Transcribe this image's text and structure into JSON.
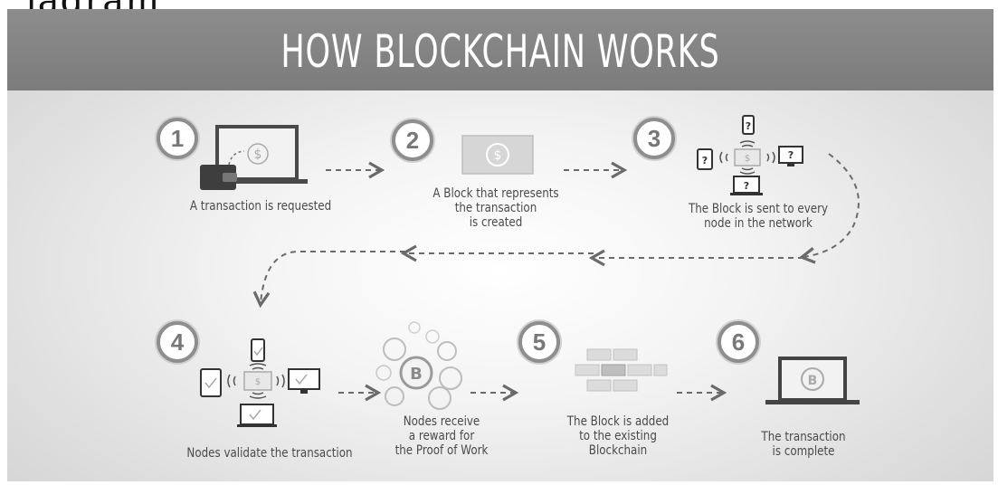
{
  "cut_off_text": "iagram",
  "title": "HOW BLOCKCHAIN WORKS",
  "steps": [
    {
      "number": "1",
      "label": "A transaction is requested"
    },
    {
      "number": "2",
      "label_lines": [
        "A Block that represents",
        "the transaction",
        "is created"
      ]
    },
    {
      "number": "3",
      "label_lines": [
        "The Block is sent to every",
        "node in the network"
      ]
    },
    {
      "number": "4",
      "label": "Nodes validate the transaction"
    },
    {
      "label_lines": [
        "Nodes receive",
        "a reward for",
        "the Proof of Work"
      ]
    },
    {
      "number": "5",
      "label_lines": [
        "The Block is added",
        "to the existing",
        "Blockchain"
      ]
    },
    {
      "number": "6",
      "label_lines": [
        "The transaction",
        "is complete"
      ]
    }
  ],
  "icons": {
    "dollar": "$",
    "question": "?",
    "bitcoin": "B"
  },
  "colors": {
    "banner": "#848484",
    "icon_stroke": "#555555",
    "icon_light": "#bdbdbd"
  }
}
